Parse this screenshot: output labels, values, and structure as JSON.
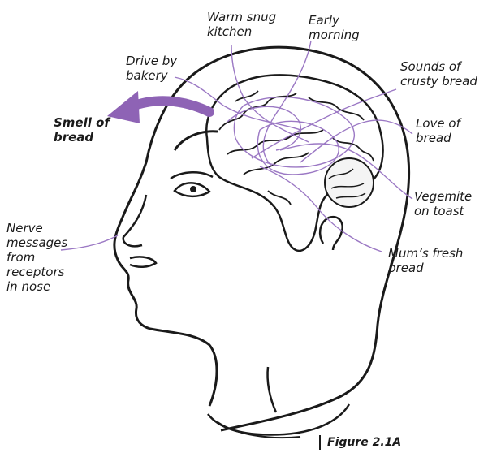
{
  "labels": {
    "drive_by_bakery": "Drive by\nbakery",
    "warm_snug_kitchen": "Warm snug\nkitchen",
    "early_morning": "Early\nmorning",
    "sounds_of_crusty_bread": "Sounds of\ncrusty bread",
    "love_of_bread": "Love of\nbread",
    "vegemite_on_toast": "Vegemite\non toast",
    "mums_fresh_bread": "Mum’s fresh\nbread",
    "nerve_messages": "Nerve\nmessages\nfrom\nreceptors\nin nose",
    "smell_of_bread": "Smell of\nbread"
  },
  "caption": "Figure 2.1A",
  "colors": {
    "accent": "#8e63b5",
    "line": "#1a1a1a",
    "thread": "#9b78c4"
  }
}
